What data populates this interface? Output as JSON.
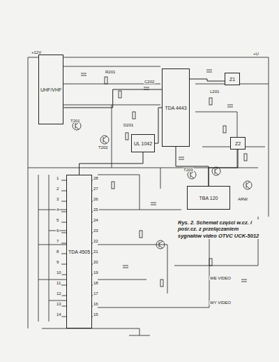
{
  "diagram": {
    "caption": "Rys. 2. Schemat części w.cz. i pośr.cz. z przełączaniem sygnałów video OTVC UCK-5012",
    "nodes": [
      {
        "text": [
          "UHF/VHF"
        ]
      },
      {
        "text": [
          "TDA 4443"
        ]
      },
      {
        "text": [
          "UL 1042"
        ]
      },
      {
        "text": [
          "TDA 4505"
        ]
      },
      {
        "text": [
          "TBA 120"
        ]
      },
      {
        "text": [
          "Z1"
        ]
      },
      {
        "text": [
          "Z2"
        ]
      }
    ],
    "edges": [
      {
        "from": 0,
        "to": 1,
        "arrow": "none"
      },
      {
        "from": 1,
        "to": 2,
        "arrow": "none"
      },
      {
        "from": 2,
        "to": 3,
        "arrow": "none"
      },
      {
        "from": 1,
        "to": 5,
        "arrow": "none"
      },
      {
        "from": 1,
        "to": 4,
        "arrow": "none"
      },
      {
        "from": 4,
        "to": 6,
        "arrow": "none"
      }
    ],
    "labels": [
      "+12V",
      "R201",
      "C202",
      "T201",
      "T202",
      "T203",
      "L201",
      "D201",
      "WE VIDEO",
      "WY VIDEO",
      "ARW",
      "+U",
      "1",
      "2",
      "3",
      "4",
      "5",
      "6",
      "7",
      "8",
      "9",
      "10",
      "11",
      "12",
      "13",
      "14",
      "15",
      "16",
      "17",
      "18",
      "19",
      "20",
      "21",
      "22",
      "23",
      "24",
      "25",
      "26",
      "27",
      "28"
    ]
  }
}
